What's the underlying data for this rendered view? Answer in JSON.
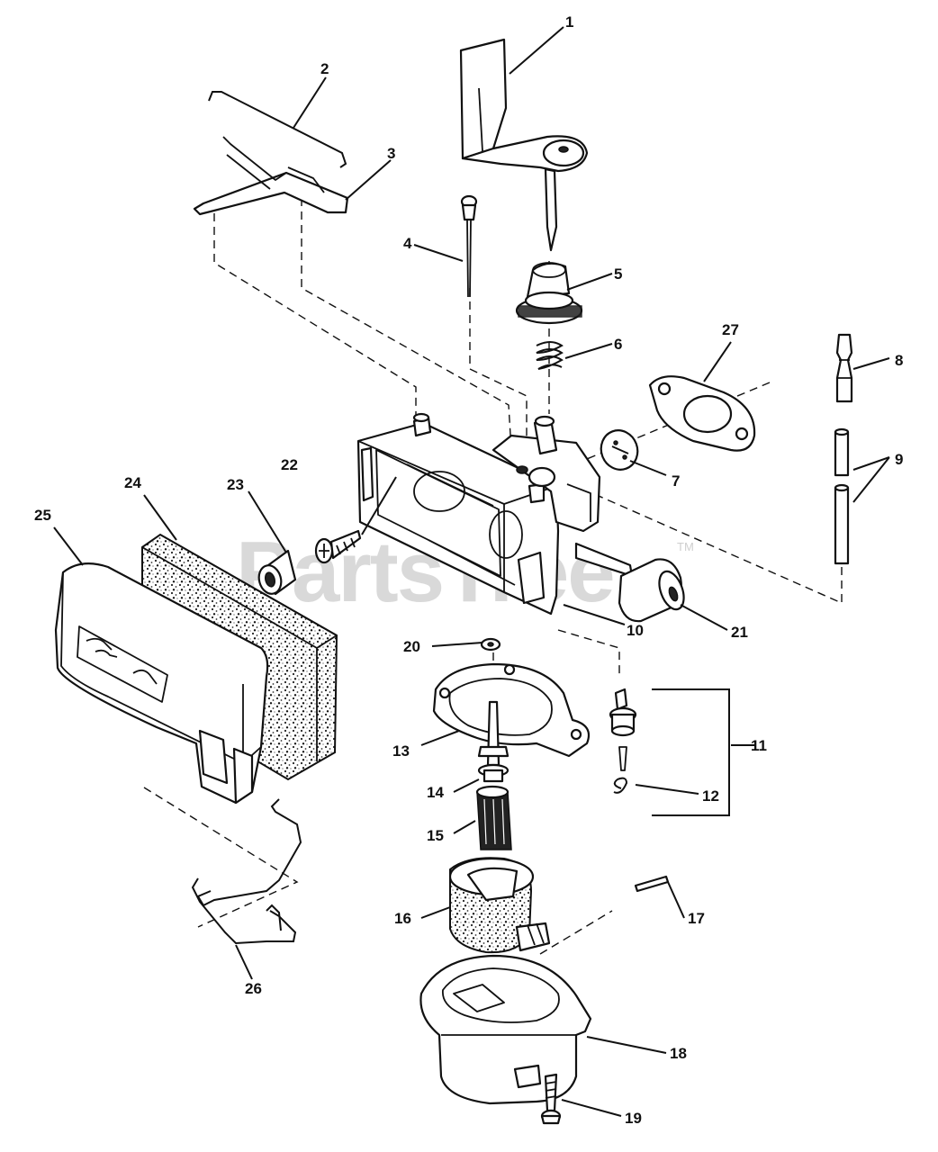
{
  "watermark": {
    "text": "PartsTree",
    "trademark": "TM"
  },
  "callouts": [
    {
      "id": "1",
      "text": "1"
    },
    {
      "id": "2",
      "text": "2"
    },
    {
      "id": "3",
      "text": "3"
    },
    {
      "id": "4",
      "text": "4"
    },
    {
      "id": "5",
      "text": "5"
    },
    {
      "id": "6",
      "text": "6"
    },
    {
      "id": "7",
      "text": "7"
    },
    {
      "id": "8",
      "text": "8"
    },
    {
      "id": "9",
      "text": "9"
    },
    {
      "id": "10",
      "text": "10"
    },
    {
      "id": "11",
      "text": "11"
    },
    {
      "id": "12",
      "text": "12"
    },
    {
      "id": "13",
      "text": "13"
    },
    {
      "id": "14",
      "text": "14"
    },
    {
      "id": "15",
      "text": "15"
    },
    {
      "id": "16",
      "text": "16"
    },
    {
      "id": "17",
      "text": "17"
    },
    {
      "id": "18",
      "text": "18"
    },
    {
      "id": "19",
      "text": "19"
    },
    {
      "id": "20",
      "text": "20"
    },
    {
      "id": "21",
      "text": "21"
    },
    {
      "id": "22",
      "text": "22"
    },
    {
      "id": "23",
      "text": "23"
    },
    {
      "id": "24",
      "text": "24"
    },
    {
      "id": "25",
      "text": "25"
    },
    {
      "id": "26",
      "text": "26"
    },
    {
      "id": "27",
      "text": "27"
    }
  ]
}
